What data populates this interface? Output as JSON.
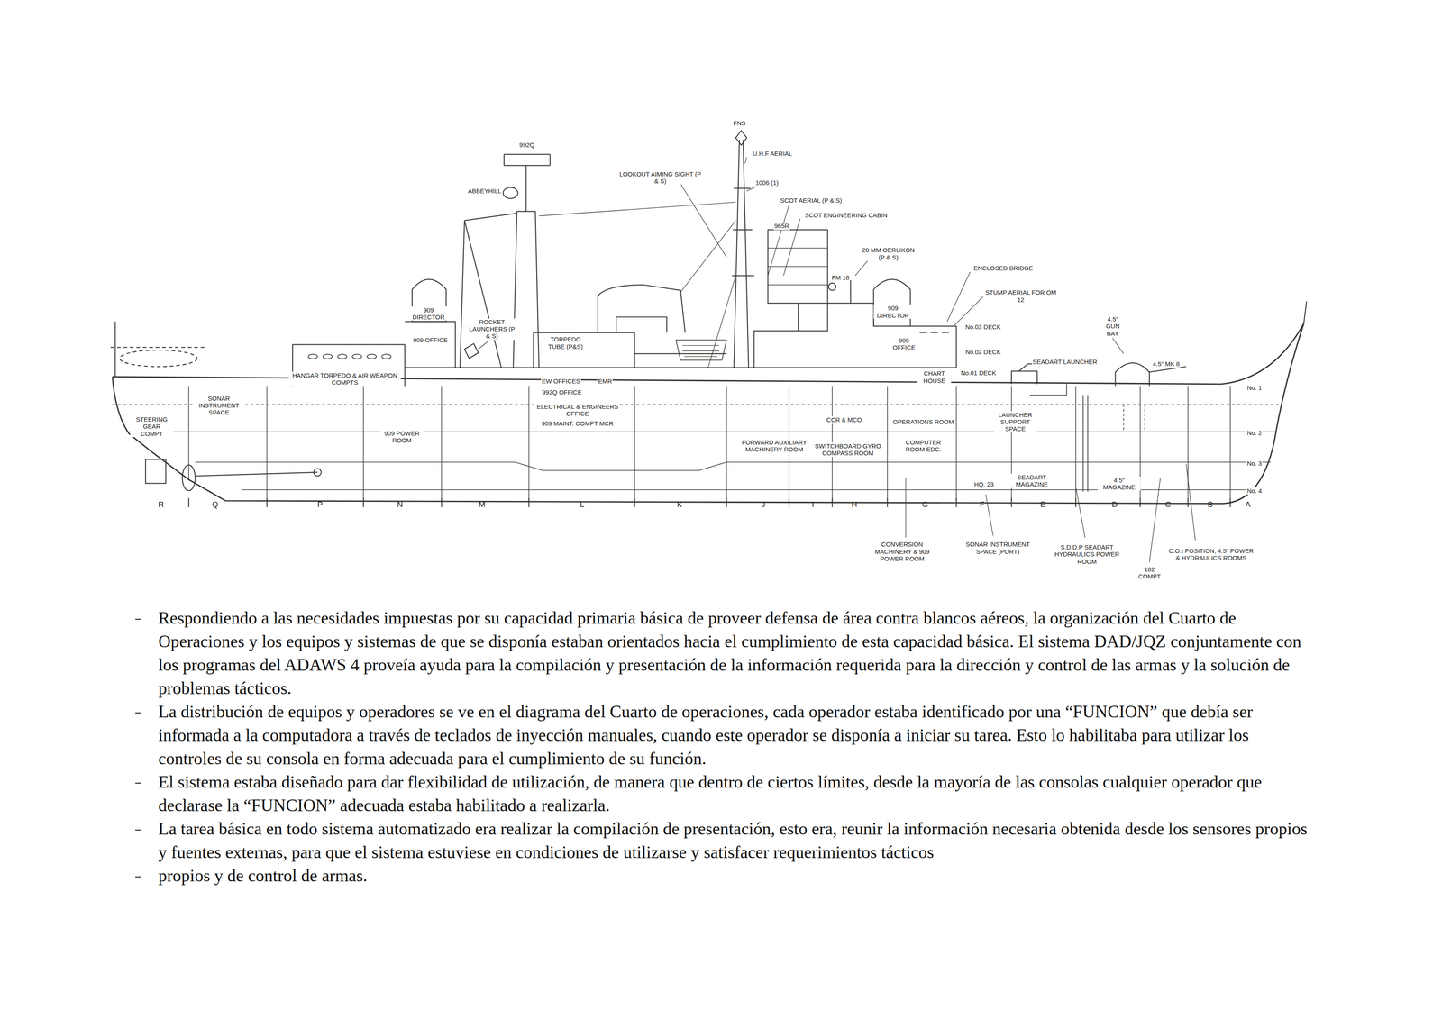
{
  "diagram": {
    "labels": [
      "992Q",
      "ABBEYHILL",
      "FNS",
      "U.H.F AERIAL",
      "LOOKOUT AIMING SIGHT (P & S)",
      "1006 (1)",
      "SCOT AERIAL (P & S)",
      "SCOT ENGINEERING CABIN",
      "965R",
      "20 MM OERLIKON (P & S)",
      "FM 18",
      "ENCLOSED BRIDGE",
      "STUMP AERIAL FOR OM 12",
      "909 DIRECTOR",
      "909 DIRECTOR",
      "ROCKET LAUNCHERS (P & S)",
      "909 OFFICE",
      "TORPEDO TUBE (P&S)",
      "909 OFFICE",
      "No.03 DECK",
      "No.02 DECK",
      "No.01 DECK",
      "4.5\" GUN BAY",
      "SEADART LAUNCHER",
      "4.5\" MK 8",
      "CHART HOUSE",
      "HANGAR TORPEDO & AIR WEAPON COMPTS",
      "EW OFFICES",
      "EMR",
      "992Q OFFICE",
      "ELECTRICAL & ENGINEERS OFFICE",
      "909 MAINT. COMPT MCR",
      "SONAR INSTRUMENT SPACE",
      "STEERING GEAR COMPT",
      "909 POWER ROOM",
      "CCR & MCO",
      "OPERATIONS ROOM",
      "LAUNCHER SUPPORT SPACE",
      "No. 1",
      "No. 2",
      "No. 3",
      "No. 4",
      "FORWARD AUXILIARY MACHINERY ROOM",
      "SWITCHBOARD GYRO COMPASS ROOM",
      "COMPUTER ROOM EDC.",
      "HQ. 23",
      "SEADART MAGAZINE",
      "4.5\" MAGAZINE",
      "R",
      "Q",
      "P",
      "N",
      "M",
      "L",
      "K",
      "J",
      "I",
      "H",
      "G",
      "F",
      "E",
      "D",
      "C",
      "B",
      "A",
      "CONVERSION MACHINERY & 909 POWER ROOM",
      "SONAR INSTRUMENT SPACE (PORT)",
      "S.D.D.P SEADART HYDRAULICS POWER ROOM",
      "C.O.I POSITION, 4.5\" POWER & HYDRAULICS ROOMS",
      "182 COMPT",
      "Respondiendo a las necesidades impuestas por su capacidad primaria básica de proveer defensa de área contra blancos aéreos, la organización del Cuarto de Operaciones y los equipos y sistemas de que se disponía estaban orientados hacia el cumplimiento de esta capacidad básica. El sistema DAD/JQZ conjuntamente con los programas del ADAWS 4 proveía ayuda para la compilación y presentación de la información requerida para la dirección y control de las armas y la solución de problemas tácticos.",
      "La distribución de equipos y operadores se ve en el diagrama del Cuarto de operaciones, cada operador estaba identificado por una “FUNCION” que debía ser informada a la computadora a través de teclados de inyección manuales, cuando este operador se disponía a iniciar su tarea. Esto lo habilitaba para utilizar los controles de su consola en forma adecuada para el cumplimiento de su función.",
      "El sistema estaba diseñado para dar flexibilidad de utilización, de manera que dentro de ciertos límites, desde la mayoría de las consolas cualquier operador que declarase la “FUNCION” adecuada estaba habilitado a realizarla.",
      "La tarea básica en todo sistema automatizado era realizar la compilación de presentación, esto era, reunir la información necesaria obtenida desde los sensores propios y fuentes externas, para que el sistema estuviese en condiciones de utilizarse y satisfacer requerimientos tácticos",
      "propios y de control de armas."
    ]
  }
}
